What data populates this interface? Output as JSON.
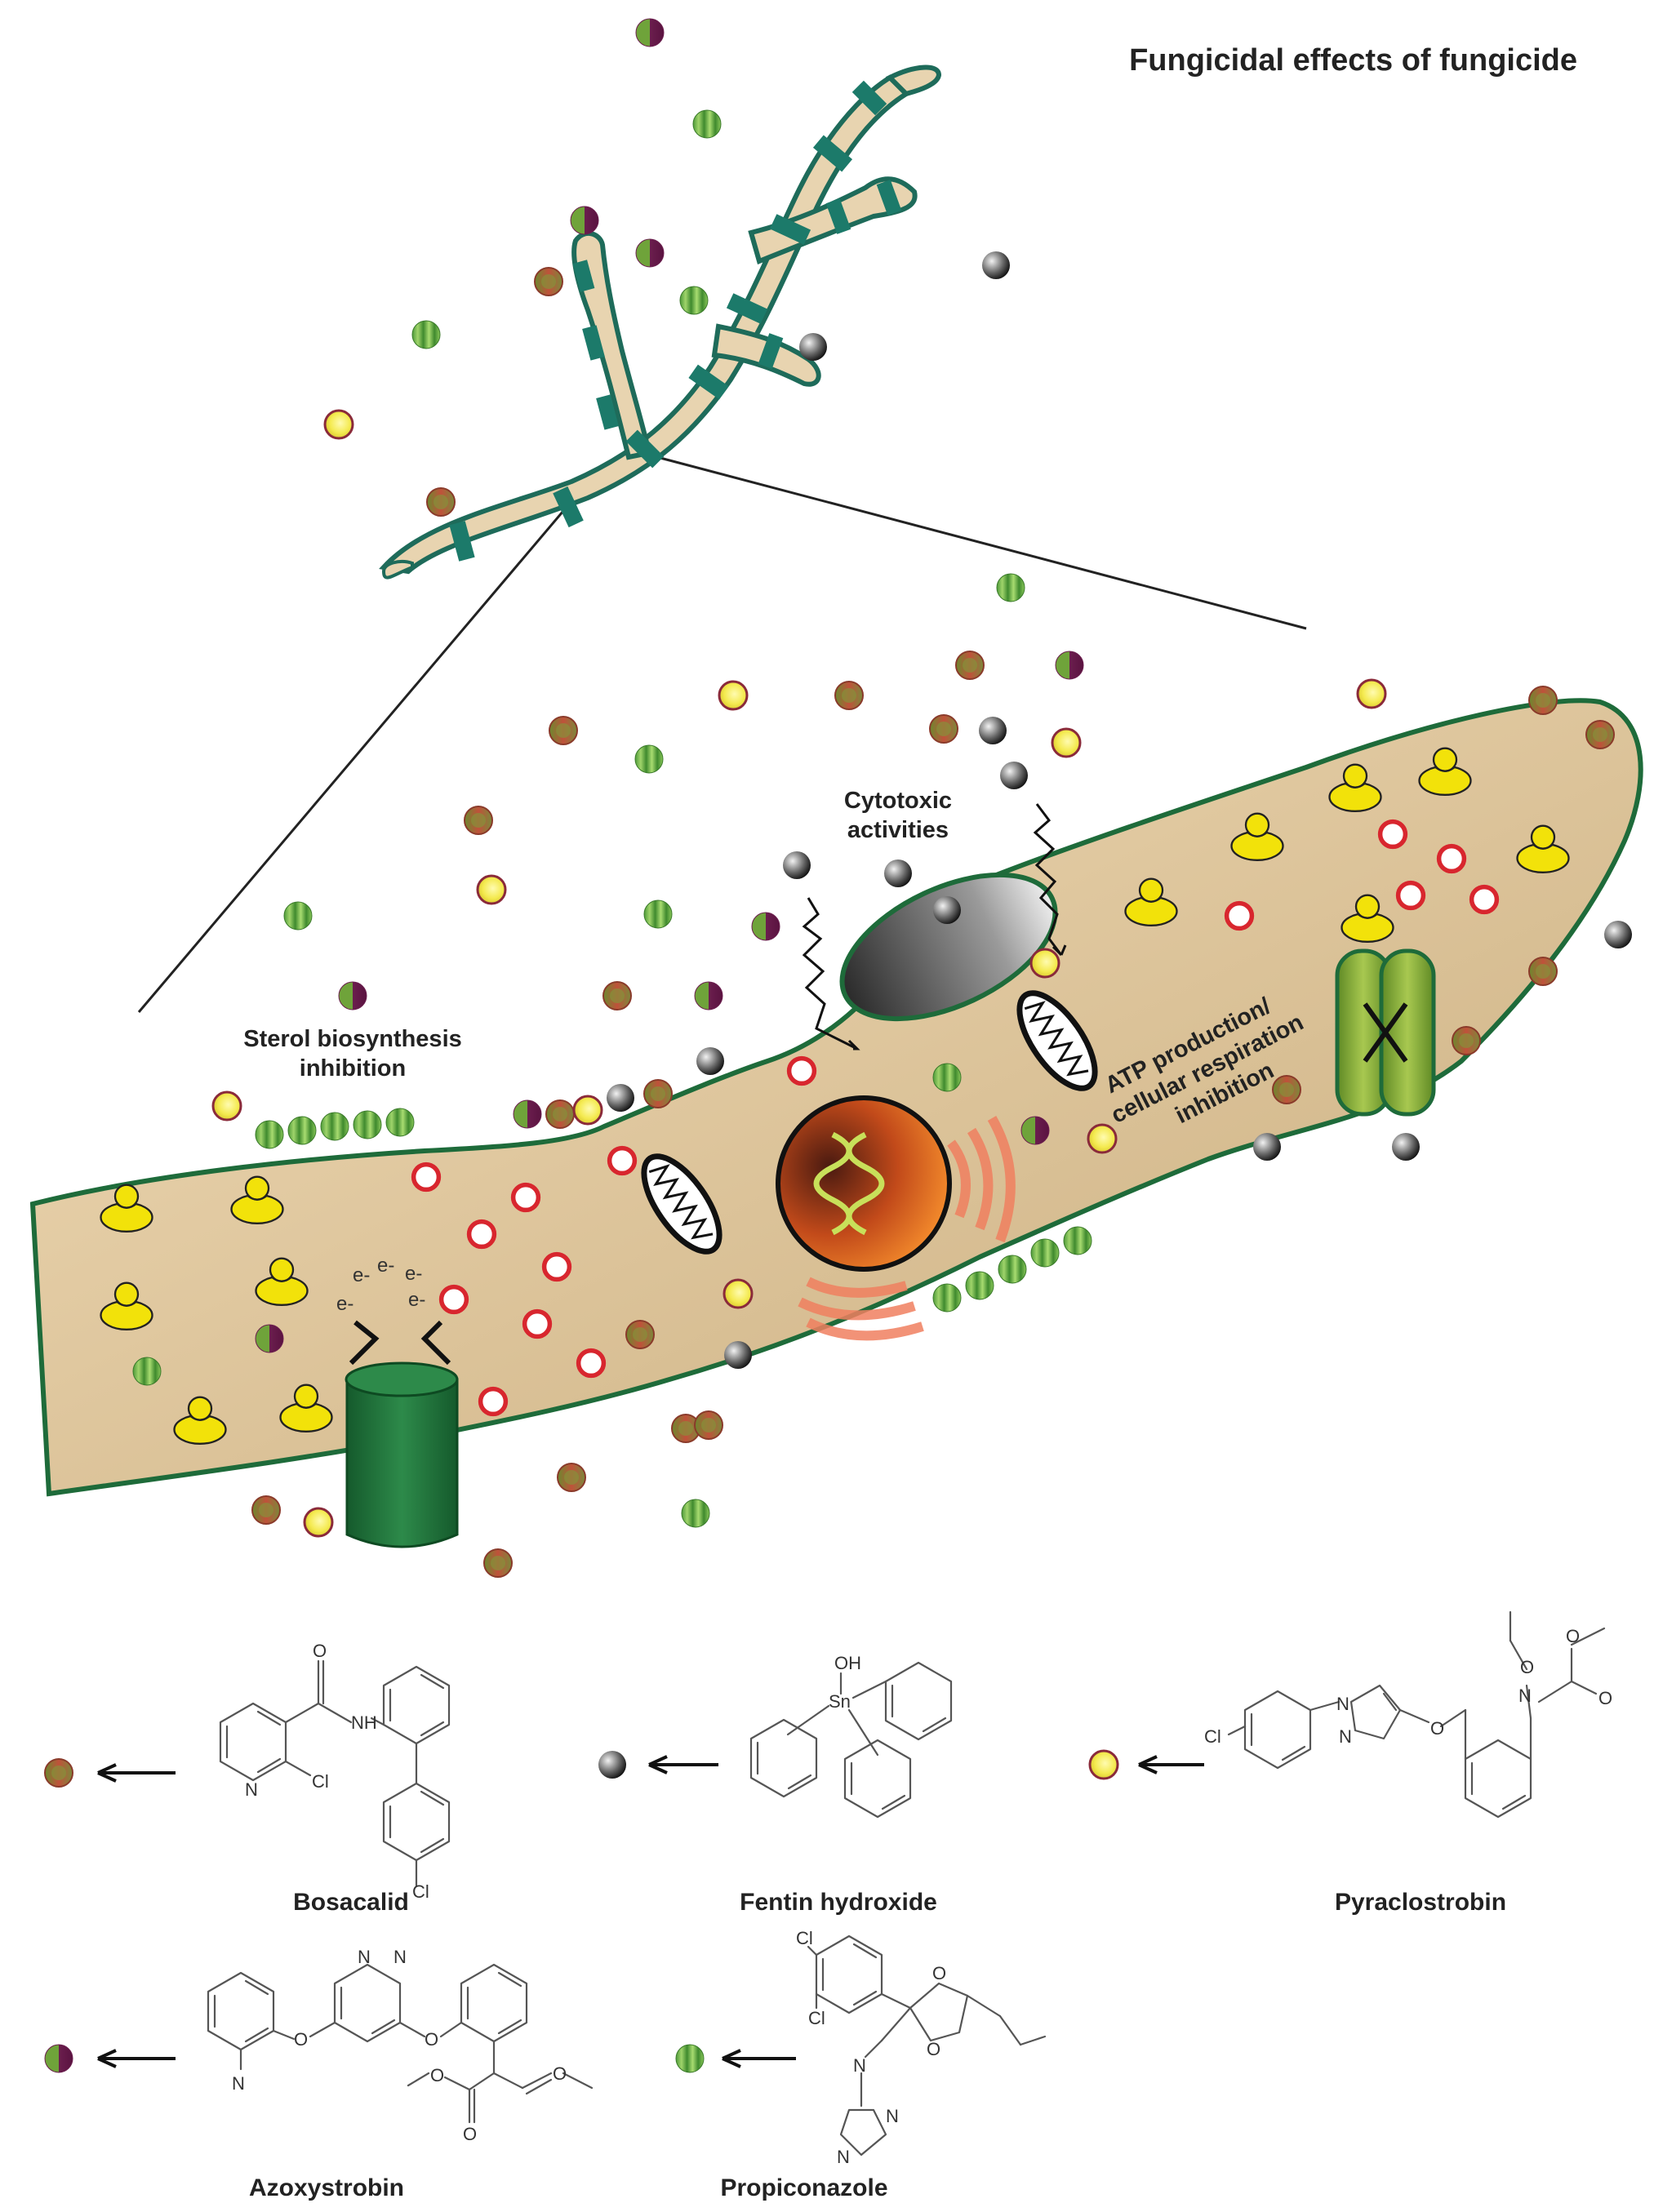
{
  "title": "Fungicidal effects of fungicide",
  "labels": {
    "sterol_line1": "Sterol biosynthesis",
    "sterol_line2": "inhibition",
    "cyto_line1": "Cytotoxic",
    "cyto_line2": "activities",
    "atp_line1": "ATP production/",
    "atp_line2": "cellular respiration",
    "atp_line3": "inhibition",
    "electron": "e-"
  },
  "legend": [
    {
      "key": "bosacalid",
      "name": "Bosacalid",
      "marker": "red-green"
    },
    {
      "key": "fentin",
      "name": "Fentin hydroxide",
      "marker": "grey"
    },
    {
      "key": "pyraclostrobin",
      "name": "Pyraclostrobin",
      "marker": "yellow"
    },
    {
      "key": "azoxystrobin",
      "name": "Azoxystrobin",
      "marker": "purple-green"
    },
    {
      "key": "propiconazole",
      "name": "Propiconazole",
      "marker": "green-striped"
    }
  ],
  "atoms": {
    "O": "O",
    "N": "N",
    "NH": "NH",
    "Cl": "Cl",
    "OH": "OH",
    "Sn": "Sn"
  },
  "colors": {
    "cell_fill": "#e9d2ab",
    "cell_stroke": "#1e6b3a",
    "hypha_fill": "#e8d4b0",
    "septum": "#1c7a6a",
    "vesicle": "#f2e20a",
    "ring": "#d8262e",
    "nucleus": "#e8741a",
    "channel": "#1f6e3a",
    "x_protein": "#7fa33a"
  }
}
